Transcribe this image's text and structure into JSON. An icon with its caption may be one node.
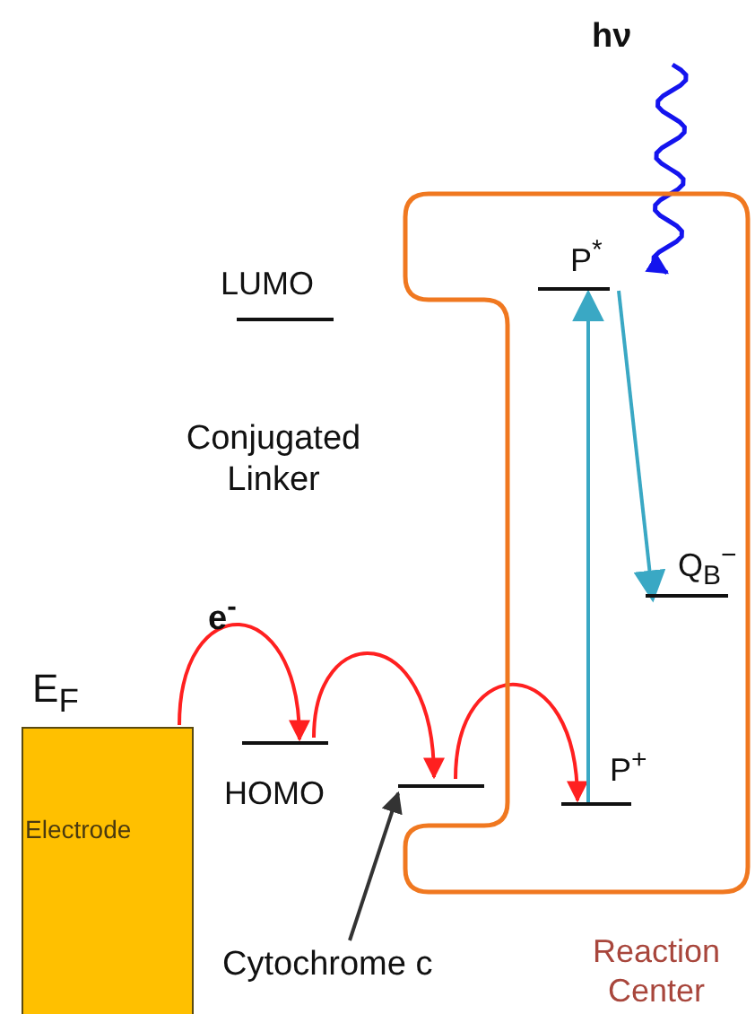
{
  "diagram": {
    "nodes": [
      {
        "text": [
          "Electrode"
        ],
        "beside": [
          "E$_{F}$"
        ]
      },
      {
        "text": [
          "Reaction Center"
        ]
      },
      {
        "text": [
          "LUMO"
        ]
      },
      {
        "text": [
          "HOMO"
        ]
      },
      {
        "text": [],
        "shape": "bar"
      },
      {
        "text": [
          "Cytochrome c"
        ]
      },
      {
        "text": [
          "P$^{*}$"
        ],
        "in": 1
      },
      {
        "text": [
          "Q$_{B}$$^{−}$"
        ],
        "in": 1
      },
      {
        "text": [
          "P$^{+}$"
        ],
        "in": 1
      }
    ],
    "edges": [
      {
        "from": 0,
        "to": 3,
        "arrow": "to",
        "label": "e$^{-}$",
        "color": "#ff2020"
      },
      {
        "from": 3,
        "to": 4,
        "arrow": "to",
        "color": "#ff2020"
      },
      {
        "from": 4,
        "to": 8,
        "arrow": "to",
        "color": "#ff2020"
      },
      {
        "from": 8,
        "to": 6,
        "arrow": "to",
        "color": "#3aa8c4"
      },
      {
        "from": 6,
        "to": 7,
        "arrow": "to",
        "color": "#3aa8c4"
      },
      {
        "from": null,
        "to": 6,
        "arrow": "to",
        "label": "hν",
        "color": "#1414ee"
      },
      {
        "from": 5,
        "to": 4,
        "arrow": "to",
        "color": "#333333"
      }
    ],
    "labels": [
      "Conjugated Linker"
    ]
  }
}
